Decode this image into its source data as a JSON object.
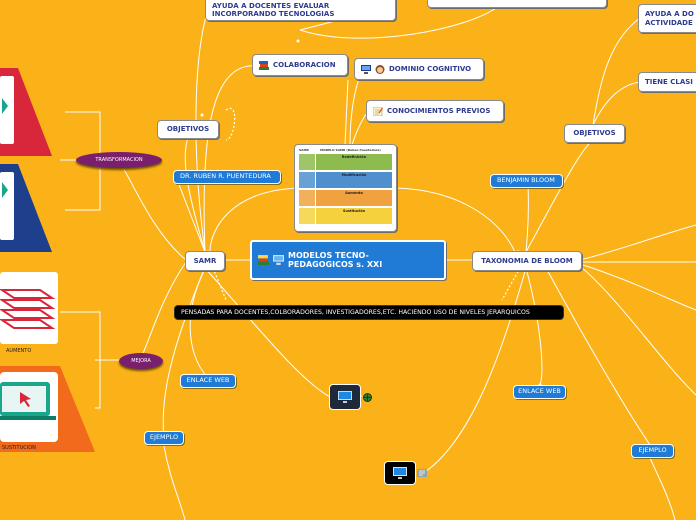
{
  "center": {
    "title_line1": "MODELOS TECNO-",
    "title_line2": "PEDAGOGICOS  s. XXI"
  },
  "nodes": {
    "ayuda": {
      "line1": "AYUDA A DOCENTES EVALUAR",
      "line2": "INCORPORANDO TECNOLOGIAS"
    },
    "colaboracion": "COLABORACION",
    "dominio": "DOMINIO COGNITIVO",
    "conocimientos": "CONOCIMIENTOS PREVIOS",
    "objetivos_left": "OBJETIVOS",
    "objetivos_right": "OBJETIVOS",
    "ayuda_right": {
      "line1": "AYUDA A DO",
      "line2": "ACTIVIDADE"
    },
    "tiene": "TIENE CLASI",
    "autor": "DR. RUBEN R. PUENTEDURA",
    "bloom_autor": "BENJAMIN BLOOM",
    "samr": "SAMR",
    "taxonomia": "TAXONOMIA DE BLOOM",
    "pensadas": "PENSADAS PARA DOCENTES,COLBORADORES, INVESTIGADORES,ETC. HACIENDO USO DE NIVELES JERARQUICOS",
    "enlace_left": "ENLACE WEB",
    "enlace_right": "ENLACE WEB",
    "ejemplo_left": "EJEMPLO",
    "ejemplo_right": "EJEMPLO"
  },
  "pills": {
    "transformacion": "TRANSFORMACION",
    "mejora": "MEJORA"
  },
  "captions": {
    "aumento": "AUMENTO",
    "sustitucion": "SUSTITUCION"
  },
  "samr_table": {
    "col1": "SAMR",
    "col2": "MODELO SAMR (Ruben Puentedura)",
    "rows": [
      {
        "level": "Redefinición",
        "color": "#8dbb4e"
      },
      {
        "level": "Modificación",
        "color": "#4f8fce"
      },
      {
        "level": "Aumento",
        "color": "#f0a140"
      },
      {
        "level": "Sustitución",
        "color": "#f5d13d"
      }
    ]
  },
  "colors": {
    "background": "#fbb218",
    "node_blue": "#1f7bd6",
    "pill": "#7a1f6b",
    "red": "#d8263a",
    "navy": "#1d3f8c",
    "orange": "#f26a1b",
    "link": "#ffffff"
  },
  "icons": [
    "books-icon",
    "computer-icon",
    "person-icon",
    "notepad-icon",
    "monitor-icon",
    "globe-icon"
  ]
}
